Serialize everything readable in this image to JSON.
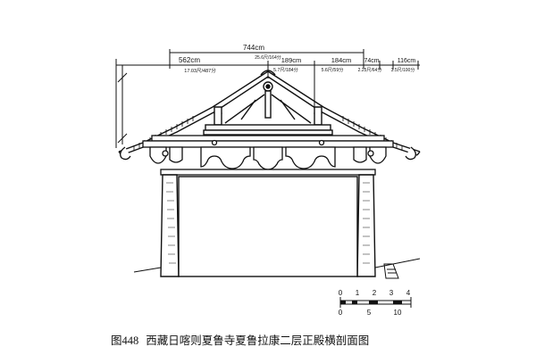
{
  "dimensions": {
    "total": "744cm",
    "left_span": "562cm",
    "seg1": "189cm",
    "seg2": "184cm",
    "seg3": "74cm",
    "seg4": "116cm",
    "sub1": "25.6尺/164分",
    "sub2": "17.03尺/487分",
    "sub3": "5.7尺/184分",
    "sub4": "5.6尺/59分",
    "sub5": "2.25尺/64分",
    "sub6": "3.5尺/100分"
  },
  "scale_bar": {
    "top_labels": [
      "0",
      "1",
      "2",
      "3",
      "4"
    ],
    "bottom_labels": [
      "0",
      "5",
      "10"
    ]
  },
  "caption": {
    "number": "图448",
    "title": "西藏日喀则夏鲁寺夏鲁拉康二层正殿横剖面图"
  }
}
